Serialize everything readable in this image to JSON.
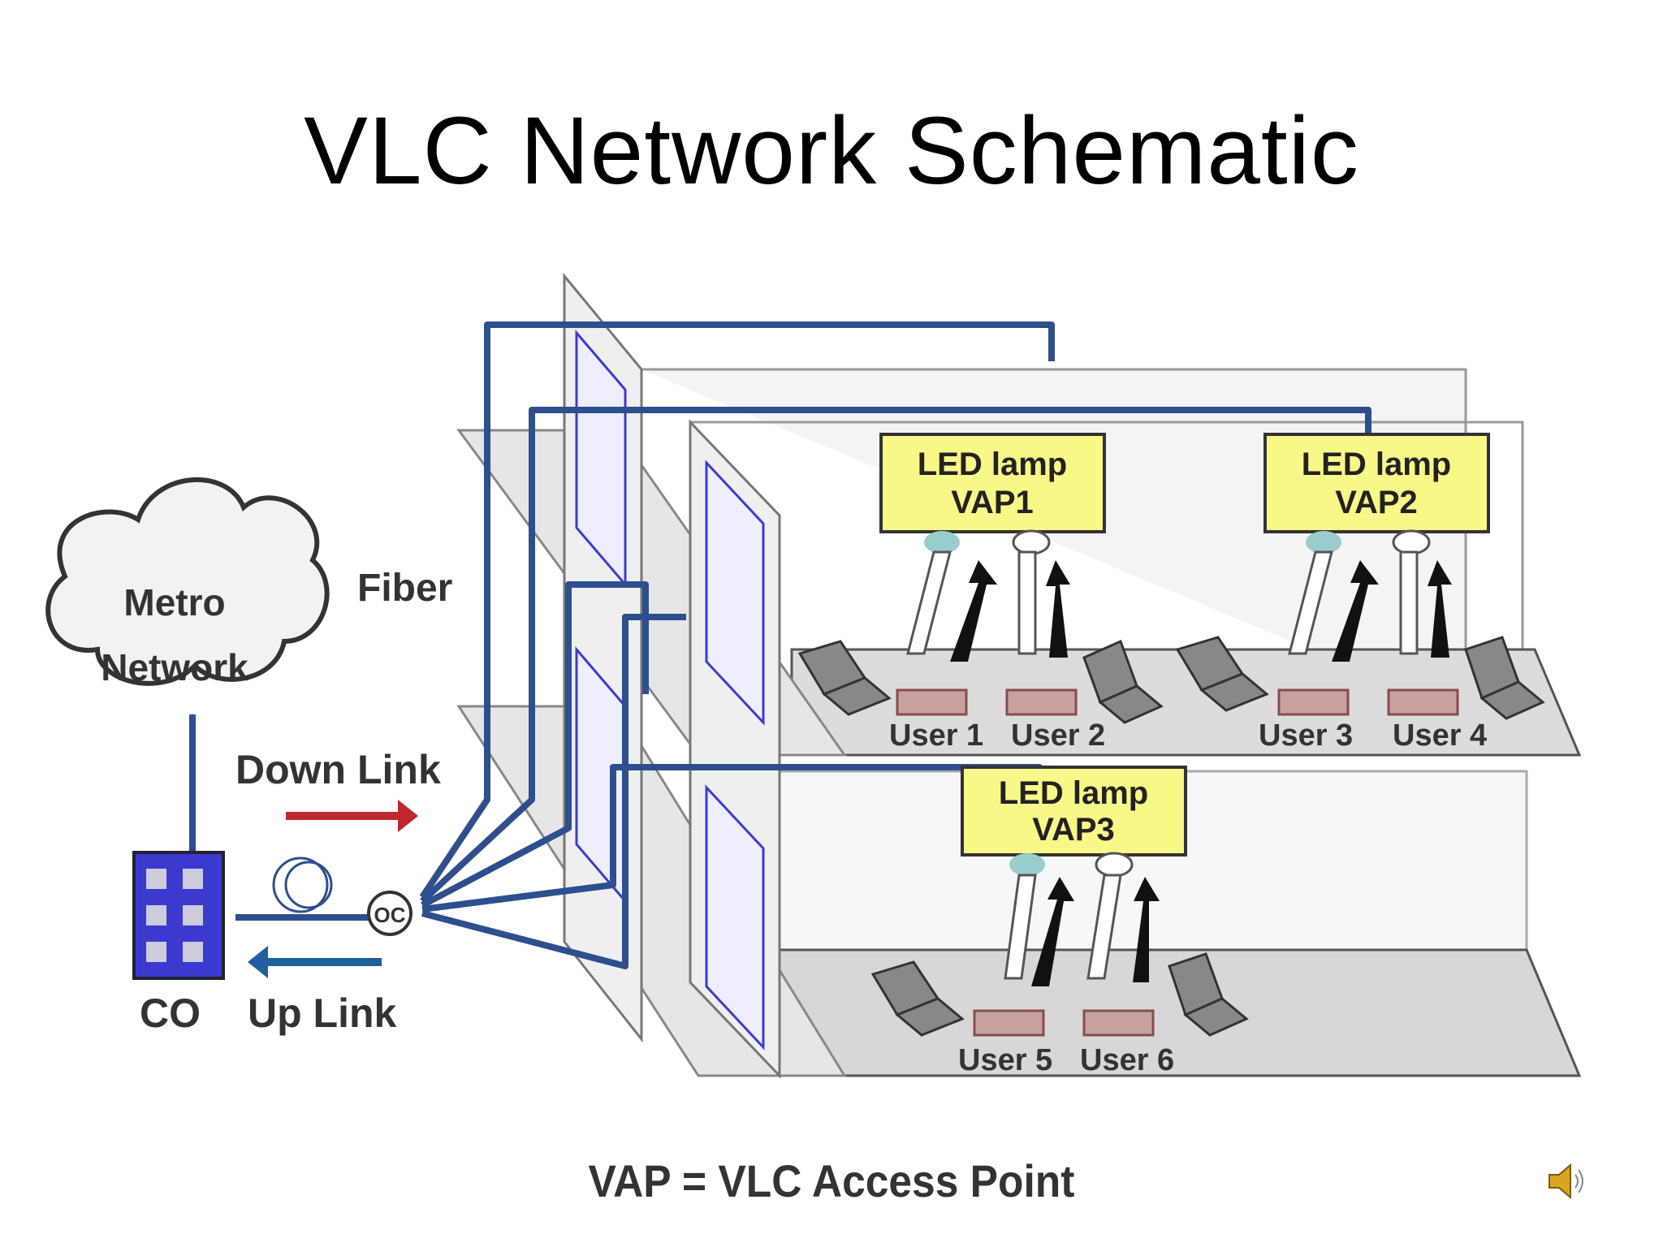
{
  "slide": {
    "title": "VLC Network Schematic",
    "caption": "VAP = VLC Access Point"
  },
  "labels": {
    "cloud": [
      "Metro",
      "Network"
    ],
    "fiber": "Fiber",
    "down_link": "Down Link",
    "up_link": "Up Link",
    "co": "CO",
    "oc": "OC"
  },
  "access_points": [
    {
      "line1": "LED lamp",
      "line2": "VAP1"
    },
    {
      "line1": "LED lamp",
      "line2": "VAP2"
    },
    {
      "line1": "LED lamp",
      "line2": "VAP3"
    }
  ],
  "users": [
    "User 1",
    "User 2",
    "User 3",
    "User 4",
    "User 5",
    "User 6"
  ],
  "colors": {
    "fiber": "#2d4f8e",
    "lamp_box": "#f8f888",
    "down_arrow": "#c0282d",
    "up_arrow": "#1f5f9e",
    "co_box": "#3a3ad0"
  },
  "icons": {
    "speaker": "speaker-icon"
  }
}
